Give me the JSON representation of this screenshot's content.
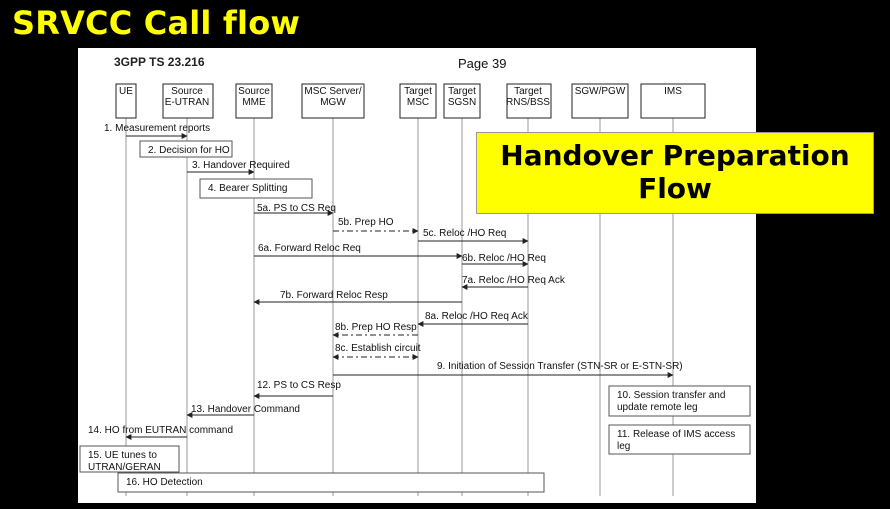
{
  "slide": {
    "title": "SRVCC Call flow",
    "spec": "3GPP TS 23.216",
    "page": "Page 39",
    "callout": [
      "Handover Preparation",
      "Flow"
    ]
  },
  "colors": {
    "title": "#ffff00",
    "callout_bg": "#ffff00",
    "background": "#000000"
  },
  "entities": [
    {
      "id": "ue",
      "label": [
        "UE"
      ]
    },
    {
      "id": "source-eutran",
      "label": [
        "Source",
        "E-UTRAN"
      ]
    },
    {
      "id": "source-mme",
      "label": [
        "Source",
        "MME"
      ]
    },
    {
      "id": "msc-server-mgw",
      "label": [
        "MSC Server/",
        "MGW"
      ]
    },
    {
      "id": "target-msc",
      "label": [
        "Target",
        "MSC"
      ]
    },
    {
      "id": "target-sgsn",
      "label": [
        "Target",
        "SGSN"
      ]
    },
    {
      "id": "target-rns-bss",
      "label": [
        "Target",
        "RNS/BSS"
      ]
    },
    {
      "id": "sgw-pgw",
      "label": [
        "SGW/PGW"
      ]
    },
    {
      "id": "ims",
      "label": [
        "IMS"
      ]
    }
  ],
  "messages": [
    {
      "id": "m1",
      "text": "1. Measurement reports",
      "from": "ue",
      "to": "source-eutran",
      "style": "solid"
    },
    {
      "id": "m3",
      "text": "3. Handover Required",
      "from": "source-eutran",
      "to": "source-mme",
      "style": "solid"
    },
    {
      "id": "m5a",
      "text": "5a. PS to CS Req",
      "from": "source-mme",
      "to": "msc-server-mgw",
      "style": "solid"
    },
    {
      "id": "m5b",
      "text": "5b. Prep HO",
      "from": "msc-server-mgw",
      "to": "target-msc",
      "style": "dashdot"
    },
    {
      "id": "m5c",
      "text": "5c. Reloc /HO Req",
      "from": "target-msc",
      "to": "target-rns-bss",
      "style": "solid"
    },
    {
      "id": "m6a",
      "text": "6a. Forward Reloc Req",
      "from": "source-mme",
      "to": "target-sgsn",
      "style": "solid"
    },
    {
      "id": "m6b",
      "text": "6b. Reloc /HO Req",
      "from": "target-sgsn",
      "to": "target-rns-bss",
      "style": "solid"
    },
    {
      "id": "m7a",
      "text": "7a. Reloc /HO Req Ack",
      "from": "target-rns-bss",
      "to": "target-sgsn",
      "style": "solid"
    },
    {
      "id": "m7b",
      "text": "7b. Forward Reloc Resp",
      "from": "target-sgsn",
      "to": "source-mme",
      "style": "solid"
    },
    {
      "id": "m8a",
      "text": "8a. Reloc /HO Req Ack",
      "from": "target-rns-bss",
      "to": "target-msc",
      "style": "solid"
    },
    {
      "id": "m8b",
      "text": "8b. Prep HO Resp",
      "from": "target-msc",
      "to": "msc-server-mgw",
      "style": "dashdot"
    },
    {
      "id": "m8c",
      "text": "8c. Establish circuit",
      "from": "msc-server-mgw",
      "to": "target-msc",
      "style": "dashdot-both"
    },
    {
      "id": "m9",
      "text": "9. Initiation of Session Transfer (STN-SR or E-STN-SR)",
      "from": "msc-server-mgw",
      "to": "ims",
      "style": "solid"
    },
    {
      "id": "m12",
      "text": "12. PS to CS Resp",
      "from": "msc-server-mgw",
      "to": "source-mme",
      "style": "solid"
    },
    {
      "id": "m13",
      "text": "13. Handover Command",
      "from": "source-mme",
      "to": "source-eutran",
      "style": "solid"
    },
    {
      "id": "m14",
      "text": "14. HO from EUTRAN command",
      "from": "source-eutran",
      "to": "ue",
      "style": "solid"
    }
  ],
  "notes": [
    {
      "id": "n2",
      "lines": [
        "2. Decision for HO"
      ]
    },
    {
      "id": "n4",
      "lines": [
        "4. Bearer Splitting"
      ]
    },
    {
      "id": "n10",
      "lines": [
        "10. Session transfer and",
        "update remote leg"
      ]
    },
    {
      "id": "n11",
      "lines": [
        "11. Release of IMS access",
        "leg"
      ]
    },
    {
      "id": "n15",
      "lines": [
        "15. UE tunes to",
        "UTRAN/GERAN"
      ]
    },
    {
      "id": "n16",
      "lines": [
        "16. HO Detection"
      ]
    }
  ]
}
